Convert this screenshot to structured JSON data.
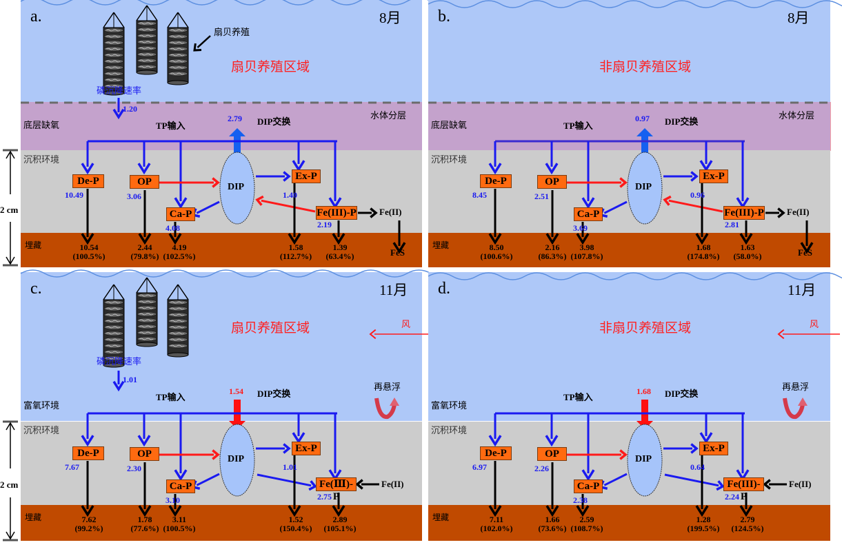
{
  "figure": {
    "scale_bar_label": "2 cm",
    "colors": {
      "water": "#aec8f8",
      "hypoxic_layer": "#c4a2cc",
      "sediment": "#cccccc",
      "burial": "#c04a00",
      "pool_box": "#ff6a10",
      "dip_ellipse": "#a6c4fa",
      "flux_blue": "#1a1af0",
      "flux_red": "#ff1a1a",
      "region_label": "#ff2020"
    },
    "common_labels": {
      "tp_input": "TP输入",
      "dip_exchange": "DIP交换",
      "sediment_env": "沉积环境",
      "burial": "埋藏",
      "dip": "DIP",
      "fe2": "Fe(II)",
      "fes": "FeS",
      "scallop_culture": "扇贝养殖",
      "settling_rate": "磷沉降速率",
      "stratification": "水体分层",
      "bottom_hypoxia": "底层缺氧",
      "oxic_env": "富氧环境",
      "resuspension": "再悬浮",
      "wind": "风"
    },
    "pool_labels": {
      "dep": "De-P",
      "op": "OP",
      "cap": "Ca-P",
      "exp": "Ex-P",
      "fe3p": "Fe(III)-P",
      "fe3p_roman": "Fe(Ⅲ)-P"
    },
    "panels": [
      {
        "id": "a",
        "label": "a.",
        "month": "8月",
        "region": "扇贝养殖区域",
        "scallop": true,
        "season": "summer",
        "settling_rate": "1.20",
        "dip_exchange": "2.79",
        "dip_exchange_direction": "up",
        "fe_label_key": "fe3p",
        "inputs": {
          "dep": "10.49",
          "op": "3.06",
          "cap": "4.08",
          "exp": "1.40",
          "fe3p": "2.19"
        },
        "burial": {
          "dep": [
            "10.54",
            "(100.5%)"
          ],
          "op": [
            "2.44",
            "(79.8%)"
          ],
          "cap": [
            "4.19",
            "(102.5%)"
          ],
          "exp": [
            "1.58",
            "(112.7%)"
          ],
          "fe3p": [
            "1.39",
            "(63.4%)"
          ]
        }
      },
      {
        "id": "b",
        "label": "b.",
        "month": "8月",
        "region": "非扇贝养殖区域",
        "scallop": false,
        "season": "summer",
        "settling_rate": null,
        "dip_exchange": "0.97",
        "dip_exchange_direction": "up",
        "fe_label_key": "fe3p",
        "inputs": {
          "dep": "8.45",
          "op": "2.51",
          "cap": "3.69",
          "exp": "0.96",
          "fe3p": "2.81"
        },
        "burial": {
          "dep": [
            "8.50",
            "(100.6%)"
          ],
          "op": [
            "2.16",
            "(86.3%)"
          ],
          "cap": [
            "3.98",
            "(107.8%)"
          ],
          "exp": [
            "1.68",
            "(174.8%)"
          ],
          "fe3p": [
            "1.63",
            "(58.0%)"
          ]
        }
      },
      {
        "id": "c",
        "label": "c.",
        "month": "11月",
        "region": "扇贝养殖区域",
        "scallop": true,
        "season": "autumn",
        "settling_rate": "1.01",
        "dip_exchange": "1.54",
        "dip_exchange_direction": "down",
        "fe_label_key": "fe3p_roman",
        "inputs": {
          "dep": "7.67",
          "op": "2.30",
          "cap": "3.10",
          "exp": "1.01",
          "fe3p": "2.75"
        },
        "burial": {
          "dep": [
            "7.62",
            "(99.2%)"
          ],
          "op": [
            "1.78",
            "(77.6%)"
          ],
          "cap": [
            "3.11",
            "(100.5%)"
          ],
          "exp": [
            "1.52",
            "(150.4%)"
          ],
          "fe3p": [
            "2.89",
            "(105.1%)"
          ]
        }
      },
      {
        "id": "d",
        "label": "d.",
        "month": "11月",
        "region": "非扇贝养殖区域",
        "scallop": false,
        "season": "autumn",
        "settling_rate": null,
        "dip_exchange": "1.68",
        "dip_exchange_direction": "down",
        "fe_label_key": "fe3p",
        "inputs": {
          "dep": "6.97",
          "op": "2.26",
          "cap": "2.38",
          "exp": "0.64",
          "fe3p": "2.24"
        },
        "burial": {
          "dep": [
            "7.11",
            "(102.0%)"
          ],
          "op": [
            "1.66",
            "(73.6%)"
          ],
          "cap": [
            "2.59",
            "(108.7%)"
          ],
          "exp": [
            "1.28",
            "(199.5%)"
          ],
          "fe3p": [
            "2.79",
            "(124.5%)"
          ]
        }
      }
    ]
  }
}
